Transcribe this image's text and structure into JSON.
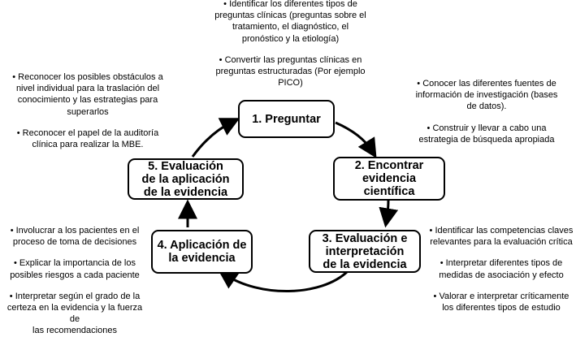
{
  "steps": [
    {
      "label": "1. Preguntar"
    },
    {
      "label": "2. Encontrar\nevidencia\ncientífica"
    },
    {
      "label": "3. Evaluación e\ninterpretación\nde la evidencia"
    },
    {
      "label": "4. Aplicación de\nla evidencia"
    },
    {
      "label": "5. Evaluación\nde la aplicación\nde la evidencia"
    }
  ],
  "notes": {
    "top": [
      "• Identificar los diferentes tipos de\npreguntas clínicas (preguntas sobre el\ntratamiento, el diagnóstico, el\npronóstico y la etiología)",
      "• Convertir las preguntas clínicas en\npreguntas estructuradas (Por ejemplo\nPICO)"
    ],
    "top_left": [
      "• Reconocer los posibles obstáculos a\nnivel individual para la traslación del\nconocimiento y las estrategias para\nsuperarlos",
      "• Reconocer el papel de la auditoría\nclínica para realizar la MBE."
    ],
    "top_right": [
      "• Conocer las diferentes fuentes de\ninformación de investigación (bases\nde datos).",
      "• Construir y llevar a cabo una\nestrategia de búsqueda apropiada"
    ],
    "bottom_left": [
      "• Involucrar a los pacientes en el\nproceso de toma de decisiones",
      "• Explicar la importancia de los\nposibles riesgos a cada paciente",
      "• Interpretar según el grado de la\ncerteza en la evidencia y la fuerza de\nlas recomendaciones"
    ],
    "bottom_right": [
      "• Identificar las competencias claves\nrelevantes para la evaluación crítica",
      "• Interpretar diferentes tipos de\nmedidas de asociación y efecto",
      "• Valorar e interpretar críticamente\nlos diferentes tipos de estudio"
    ]
  }
}
